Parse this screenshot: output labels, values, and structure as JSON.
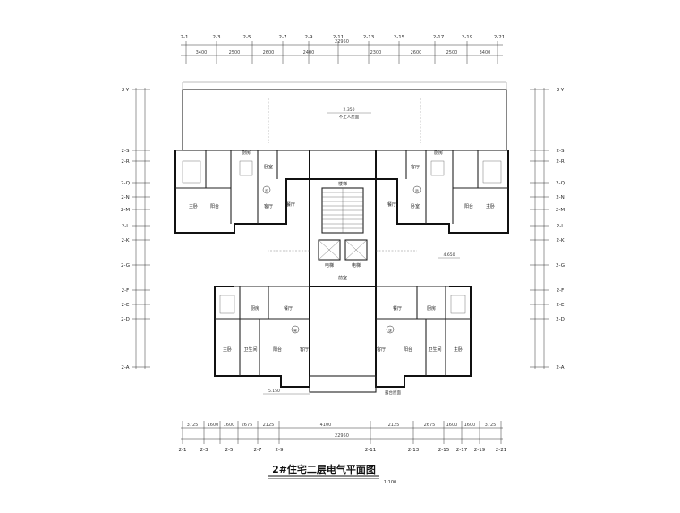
{
  "plan_title": "2#住宅二层电气平面图",
  "scale": "1:100",
  "top_axes": [
    "2-1",
    "2-3",
    "2-5",
    "2-7",
    "2-9",
    "2-11",
    "2-13",
    "2-15",
    "2-17",
    "2-19",
    "2-21"
  ],
  "bottom_axes": [
    "2-1",
    "2-3",
    "2-5",
    "2-7",
    "2-9",
    "2-11",
    "2-13",
    "2-15",
    "2-17",
    "2-19",
    "2-21"
  ],
  "left_axes": [
    "2-Y",
    "2-S",
    "2-R",
    "2-Q",
    "2-N",
    "2-M",
    "2-L",
    "2-K",
    "2-G",
    "2-F",
    "2-E",
    "2-D",
    "2-A"
  ],
  "right_axes": [
    "2-Y",
    "2-S",
    "2-R",
    "2-Q",
    "2-N",
    "2-M",
    "2-L",
    "2-K",
    "2-G",
    "2-F",
    "2-E",
    "2-D",
    "2-A"
  ],
  "top_dims": [
    "3400",
    "2500",
    "2600",
    "2400",
    "2300",
    "2600",
    "2500",
    "3400"
  ],
  "top_total": "22950",
  "bottom_dims": [
    "3725",
    "1600",
    "1600",
    "2675",
    "2125",
    "4100",
    "2125",
    "2675",
    "1600",
    "1600",
    "3725"
  ],
  "bottom_total": "22950",
  "rooms": {
    "bedroom": "卧室",
    "living": "客厅",
    "dining": "餐厅",
    "kitchen": "厨房",
    "master": "主卧",
    "balcony": "阳台",
    "wc": "卫生间",
    "stair": "楼梯",
    "elevator": "电梯",
    "hall": "前室"
  },
  "unit_markers": [
    "①",
    "②",
    "③",
    "④"
  ],
  "notes": {
    "roof": "不上人屋面",
    "elev_top": "2.350",
    "elev_mid": "4.650",
    "elev_bottom": "5.150",
    "low_roof": "露台屋面"
  }
}
